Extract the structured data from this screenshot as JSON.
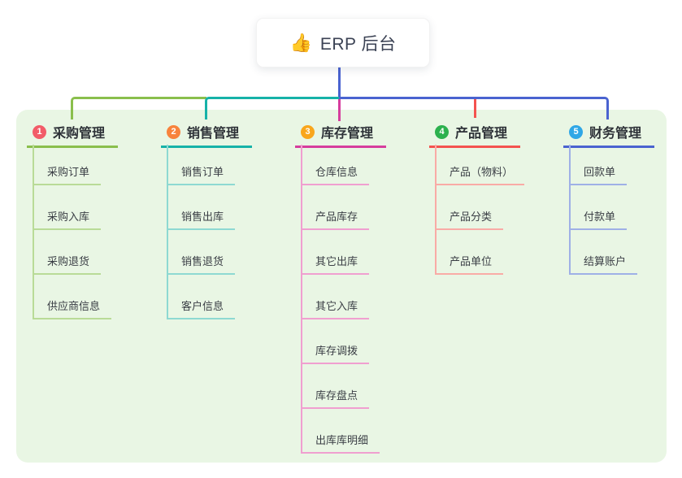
{
  "root": {
    "label": "ERP 后台",
    "emoji": "👍",
    "connector_color": "#4a63d0"
  },
  "backdrop_color": "#e9f6e4",
  "branches": [
    {
      "number": "1",
      "label": "采购管理",
      "badge_color": "#f25c68",
      "line_color": "#8abf4c",
      "child_line_color": "#b9db97",
      "children": [
        "采购订单",
        "采购入库",
        "采购退货",
        "供应商信息"
      ]
    },
    {
      "number": "2",
      "label": "销售管理",
      "badge_color": "#f8833c",
      "line_color": "#16b2a8",
      "child_line_color": "#8ed9d2",
      "children": [
        "销售订单",
        "销售出库",
        "销售退货",
        "客户信息"
      ]
    },
    {
      "number": "3",
      "label": "库存管理",
      "badge_color": "#f9a61c",
      "line_color": "#d63d9d",
      "child_line_color": "#f09fd0",
      "children": [
        "仓库信息",
        "产品库存",
        "其它出库",
        "其它入库",
        "库存调拨",
        "库存盘点",
        "出库库明细"
      ]
    },
    {
      "number": "4",
      "label": "产品管理",
      "badge_color": "#2cb14e",
      "line_color": "#f4534f",
      "child_line_color": "#f9aba6",
      "children": [
        "产品（物料）",
        "产品分类",
        "产品单位"
      ]
    },
    {
      "number": "5",
      "label": "财务管理",
      "badge_color": "#2fa7e6",
      "line_color": "#4a63d0",
      "child_line_color": "#9fb0e6",
      "children": [
        "回款单",
        "付款单",
        "结算账户"
      ]
    }
  ]
}
